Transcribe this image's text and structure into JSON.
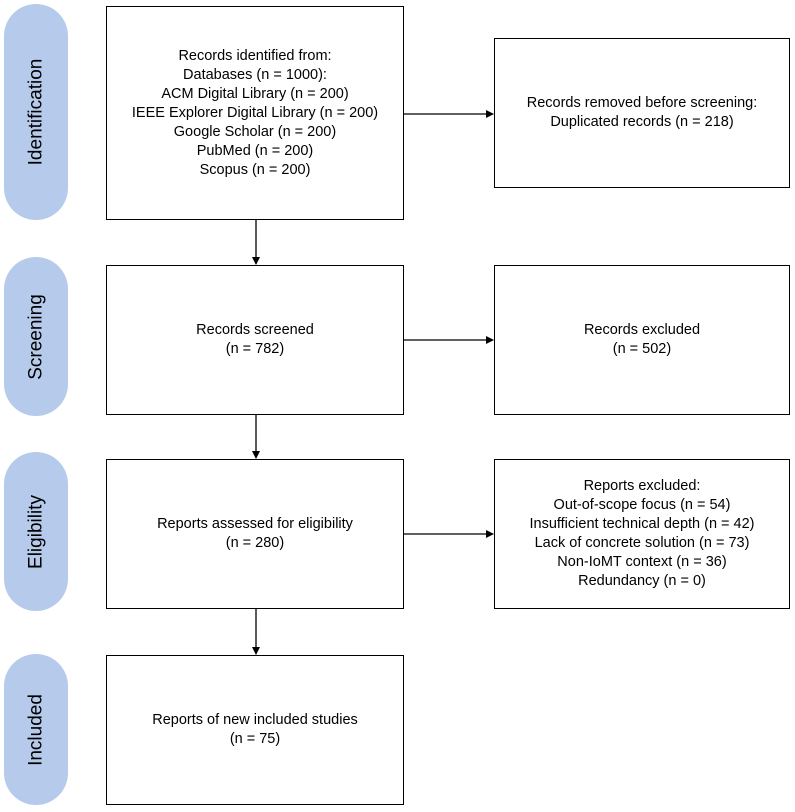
{
  "phases": {
    "identification": "Identification",
    "screening": "Screening",
    "eligibility": "Eligibility",
    "included": "Included"
  },
  "boxes": {
    "records_identified": [
      "Records identified from:",
      "Databases (n = 1000):",
      "ACM Digital Library (n = 200)",
      "IEEE Explorer Digital Library (n = 200)",
      "Google Scholar (n = 200)",
      "PubMed (n = 200)",
      "Scopus (n = 200)"
    ],
    "records_removed": [
      "Records removed before screening:",
      "Duplicated records (n = 218)"
    ],
    "records_screened": [
      "Records screened",
      "(n = 782)"
    ],
    "records_excluded": [
      "Records excluded",
      "(n = 502)"
    ],
    "reports_assessed": [
      "Reports assessed for eligibility",
      "(n = 280)"
    ],
    "reports_excluded": [
      "Reports excluded:",
      "Out-of-scope focus (n = 54)",
      "Insufficient technical depth (n = 42)",
      "Lack of concrete solution (n = 73)",
      "Non-IoMT context (n = 36)",
      "Redundancy (n = 0)"
    ],
    "included_studies": [
      "Reports of new included studies",
      "(n = 75)"
    ]
  }
}
